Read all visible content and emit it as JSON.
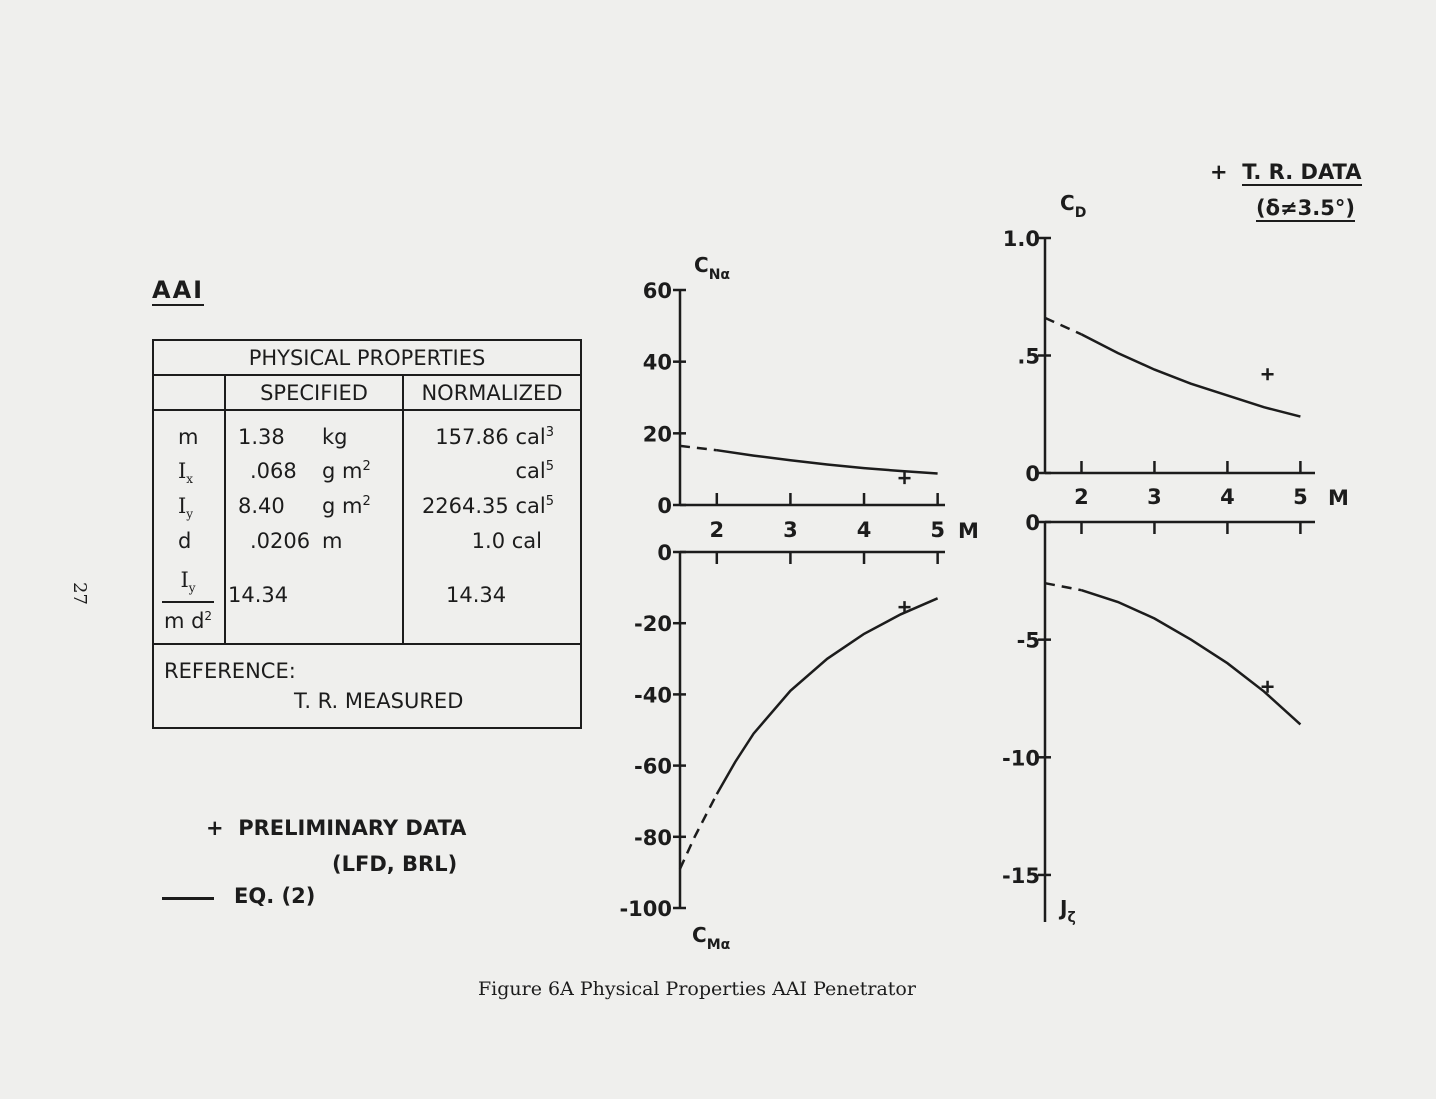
{
  "left_panel": {
    "title": "AAI",
    "table": {
      "header": "PHYSICAL PROPERTIES",
      "col_specified": "SPECIFIED",
      "col_normalized": "NORMALIZED",
      "rows": [
        {
          "sym": "m",
          "spec_val": "1.38",
          "spec_unit": "kg",
          "norm_val": "157.86",
          "norm_unit": "cal",
          "norm_exp": "3"
        },
        {
          "sym": "I",
          "sym_sub": "x",
          "spec_val": ".068",
          "spec_unit": "g m",
          "spec_exp": "2",
          "norm_val": "",
          "norm_unit": "cal",
          "norm_exp": "5"
        },
        {
          "sym": "I",
          "sym_sub": "y",
          "spec_val": "8.40",
          "spec_unit": "g m",
          "spec_exp": "2",
          "norm_val": "2264.35",
          "norm_unit": "cal",
          "norm_exp": "5"
        },
        {
          "sym": "d",
          "spec_val": ".0206",
          "spec_unit": "m",
          "norm_val": "1.0",
          "norm_unit": "cal"
        }
      ],
      "ratio_row": {
        "num": "I",
        "num_sub": "y",
        "den": "m d",
        "den_exp": "2",
        "spec_val": "14.34",
        "norm_val": "14.34"
      },
      "reference_label": "REFERENCE:",
      "reference_value": "T. R. MEASURED"
    },
    "legend": {
      "prelim_marker": "+",
      "prelim_label": "PRELIMINARY DATA",
      "prelim_source": "(LFD, BRL)",
      "line_label": "EQ. (2)"
    }
  },
  "tr_legend": {
    "marker": "+",
    "label": "T. R. DATA",
    "condition": "(δ≠3.5°)"
  },
  "caption": "Figure 6A  Physical Properties  AAI Penetrator",
  "page_number": "27",
  "chart_data": [
    {
      "type": "line",
      "ylabel": "C_Nα",
      "ylabel_main": "C",
      "ylabel_sub": "Nα",
      "xlabel": "M",
      "xlim": [
        1.5,
        5.1
      ],
      "ylim": [
        0,
        60
      ],
      "xticks": [
        "2",
        "3",
        "4",
        "5"
      ],
      "yticks": [
        "0",
        "20",
        "40",
        "60"
      ],
      "series": [
        {
          "style": "dashed",
          "x": [
            1.5,
            2.0
          ],
          "y": [
            16.5,
            15.3
          ]
        },
        {
          "style": "solid",
          "x": [
            2.0,
            2.5,
            3.0,
            3.5,
            4.0,
            4.5,
            5.0
          ],
          "y": [
            15.3,
            13.8,
            12.5,
            11.3,
            10.3,
            9.5,
            8.8
          ]
        }
      ],
      "points": [
        {
          "marker": "+",
          "x": 4.55,
          "y": 7.5
        }
      ]
    },
    {
      "type": "line",
      "ylabel": "C_Mα",
      "ylabel_main": "C",
      "ylabel_sub": "Mα",
      "xlabel": "M",
      "xlim": [
        1.5,
        5.1
      ],
      "ylim": [
        -100,
        0
      ],
      "xticks": [
        "2",
        "3",
        "4",
        "5"
      ],
      "yticks": [
        "0",
        "-20",
        "-40",
        "-60",
        "-80",
        "-100"
      ],
      "series": [
        {
          "style": "dashed",
          "x": [
            1.5,
            1.7,
            1.9,
            2.0
          ],
          "y": [
            -89,
            -80,
            -72,
            -68
          ]
        },
        {
          "style": "solid",
          "x": [
            2.0,
            2.25,
            2.5,
            3.0,
            3.5,
            4.0,
            4.5,
            5.0
          ],
          "y": [
            -68,
            -59,
            -51,
            -39,
            -30,
            -23,
            -17.5,
            -13
          ]
        }
      ],
      "points": [
        {
          "marker": "+",
          "x": 4.55,
          "y": -15.5
        }
      ]
    },
    {
      "type": "line",
      "ylabel": "C_D",
      "ylabel_main": "C",
      "ylabel_sub": "D",
      "xlabel": "M",
      "xlim": [
        1.5,
        5.2
      ],
      "ylim": [
        0,
        1.0
      ],
      "xticks": [
        "2",
        "3",
        "4",
        "5"
      ],
      "yticks": [
        "0",
        ".5",
        "1.0"
      ],
      "series": [
        {
          "style": "dashed",
          "x": [
            1.5,
            2.0
          ],
          "y": [
            0.66,
            0.59
          ]
        },
        {
          "style": "solid",
          "x": [
            2.0,
            2.5,
            3.0,
            3.5,
            4.0,
            4.5,
            5.0
          ],
          "y": [
            0.59,
            0.51,
            0.44,
            0.38,
            0.33,
            0.28,
            0.24
          ]
        }
      ],
      "points": [
        {
          "marker": "+",
          "x": 4.55,
          "y": 0.42
        }
      ]
    },
    {
      "type": "line",
      "ylabel": "J_ζ",
      "ylabel_main": "J",
      "ylabel_sub": "ζ",
      "xlabel": "",
      "xlim": [
        1.5,
        5.2
      ],
      "ylim": [
        -17,
        0
      ],
      "xticks": [
        "2",
        "3",
        "4",
        "5"
      ],
      "yticks": [
        "0",
        "-5",
        "-10",
        "-15"
      ],
      "series": [
        {
          "style": "dashed",
          "x": [
            1.5,
            2.0
          ],
          "y": [
            -2.6,
            -2.9
          ]
        },
        {
          "style": "solid",
          "x": [
            2.0,
            2.5,
            3.0,
            3.5,
            4.0,
            4.5,
            5.0
          ],
          "y": [
            -2.9,
            -3.4,
            -4.1,
            -5.0,
            -6.0,
            -7.2,
            -8.6
          ]
        }
      ],
      "points": [
        {
          "marker": "+",
          "x": 4.55,
          "y": -7.0
        }
      ]
    }
  ]
}
